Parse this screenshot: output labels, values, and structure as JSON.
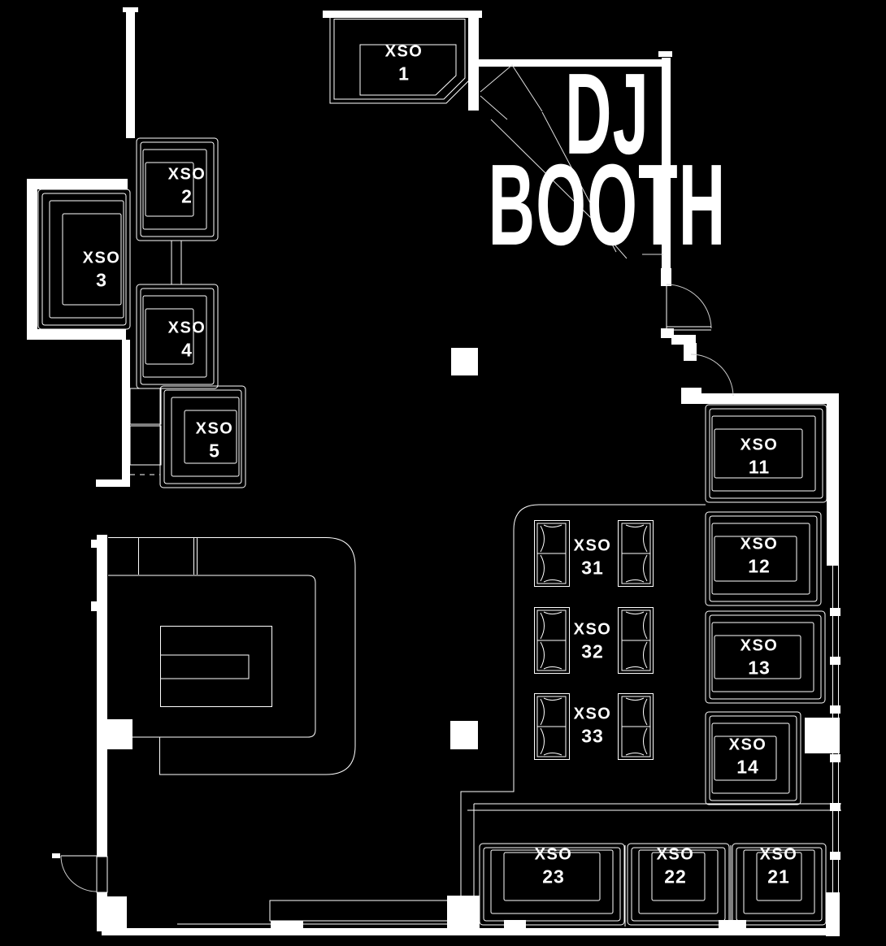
{
  "plan": {
    "dj_booth": {
      "line1": "DJ",
      "line2": "BOOTH"
    },
    "booths": [
      {
        "id": "xso-1",
        "name": "XSO",
        "num": "1"
      },
      {
        "id": "xso-2",
        "name": "XSO",
        "num": "2"
      },
      {
        "id": "xso-3",
        "name": "XSO",
        "num": "3"
      },
      {
        "id": "xso-4",
        "name": "XSO",
        "num": "4"
      },
      {
        "id": "xso-5",
        "name": "XSO",
        "num": "5"
      },
      {
        "id": "xso-11",
        "name": "XSO",
        "num": "11"
      },
      {
        "id": "xso-12",
        "name": "XSO",
        "num": "12"
      },
      {
        "id": "xso-13",
        "name": "XSO",
        "num": "13"
      },
      {
        "id": "xso-14",
        "name": "XSO",
        "num": "14"
      },
      {
        "id": "xso-21",
        "name": "XSO",
        "num": "21"
      },
      {
        "id": "xso-22",
        "name": "XSO",
        "num": "22"
      },
      {
        "id": "xso-23",
        "name": "XSO",
        "num": "23"
      },
      {
        "id": "xso-31",
        "name": "XSO",
        "num": "31"
      },
      {
        "id": "xso-32",
        "name": "XSO",
        "num": "32"
      },
      {
        "id": "xso-33",
        "name": "XSO",
        "num": "33"
      }
    ]
  },
  "colors": {
    "background": "#000000",
    "lines": "#ffffff",
    "text": "#ffffff"
  }
}
